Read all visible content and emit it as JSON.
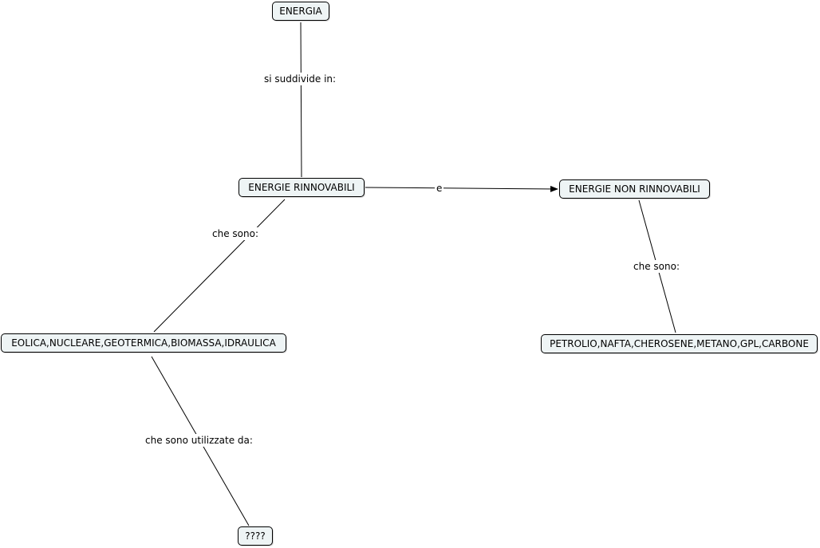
{
  "diagram": {
    "nodes": {
      "energia": "ENERGIA",
      "rinnovabili": "ENERGIE RINNOVABILI",
      "non_rinnovabili": "ENERGIE NON RINNOVABILI",
      "rinnovabili_list": "EOLICA,NUCLEARE,GEOTERMICA,BIOMASSA,IDRAULICA",
      "non_rinnovabili_list": "PETROLIO,NAFTA,CHEROSENE,METANO,GPL,CARBONE",
      "unknown": "????"
    },
    "links": {
      "si_suddivide": "si suddivide in:",
      "e": "e",
      "che_sono_left": "che sono:",
      "che_sono_right": "che sono:",
      "utilizzate": "che sono utilizzate da:"
    },
    "colors": {
      "node_fill": "#eef4f5",
      "node_border": "#000000",
      "line": "#000000"
    }
  }
}
